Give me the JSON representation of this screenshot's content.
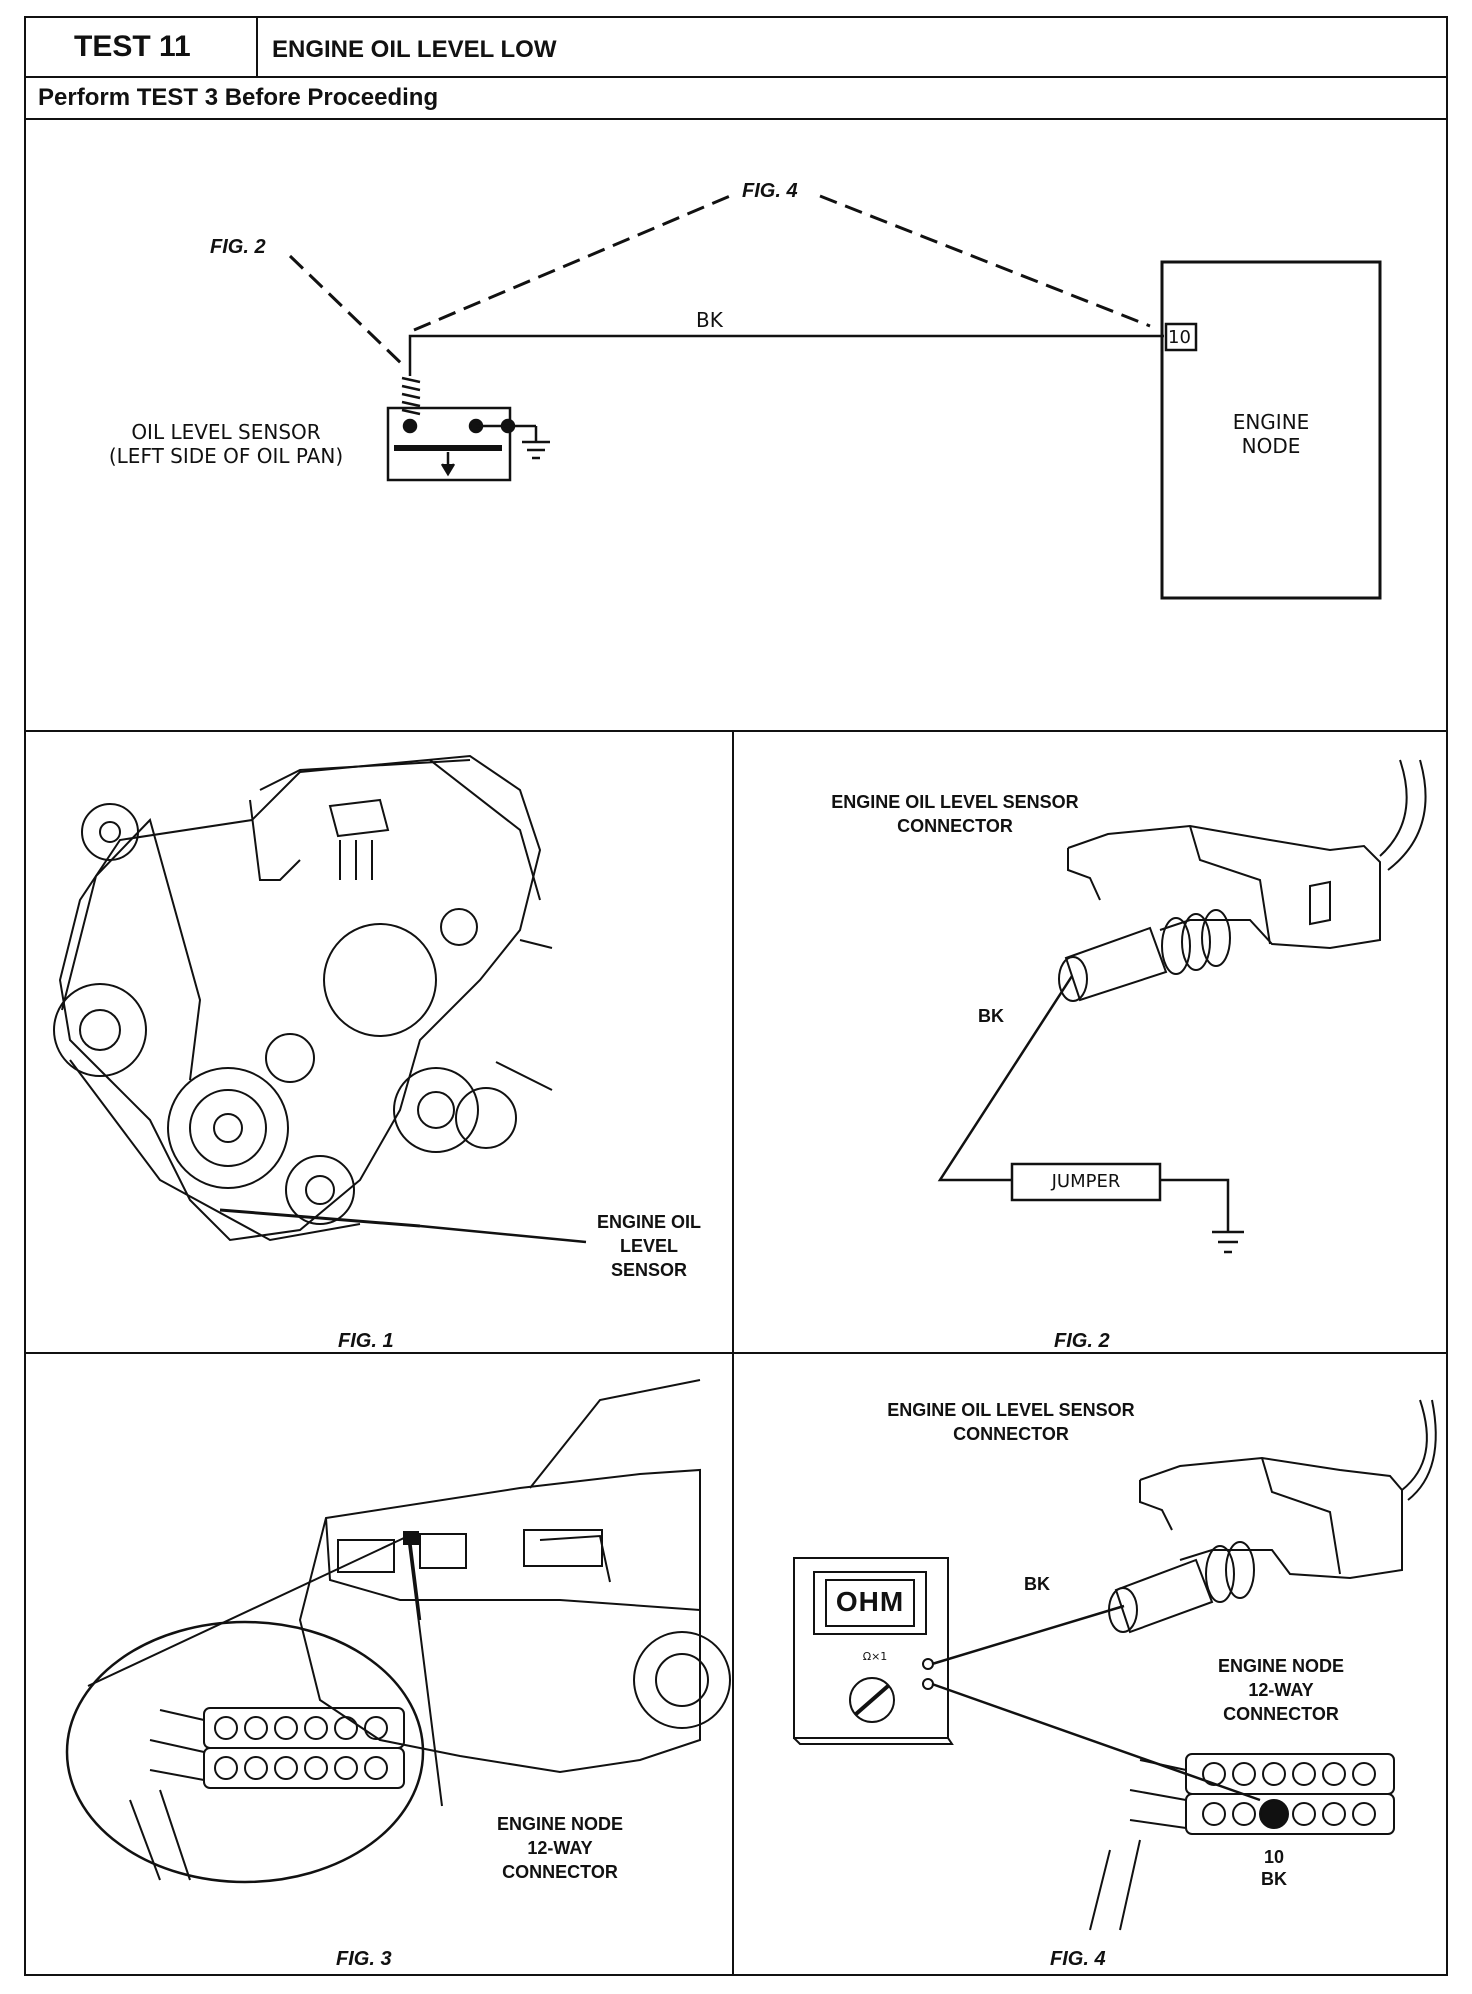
{
  "header": {
    "test_number": "TEST 11",
    "test_title": "ENGINE OIL LEVEL LOW",
    "prerequisite": "Perform TEST 3 Before Proceeding"
  },
  "schematic": {
    "fig4_ref": "FIG. 4",
    "fig2_ref": "FIG. 2",
    "wire_color": "BK",
    "pin_number": "10",
    "sensor_label_line1": "OIL LEVEL SENSOR",
    "sensor_label_line2": "(LEFT SIDE OF OIL PAN)",
    "node_label_line1": "ENGINE",
    "node_label_line2": "NODE"
  },
  "fig1": {
    "callout_line1": "ENGINE OIL",
    "callout_line2": "LEVEL",
    "callout_line3": "SENSOR",
    "caption": "FIG. 1"
  },
  "fig2": {
    "title_line1": "ENGINE OIL LEVEL SENSOR",
    "title_line2": "CONNECTOR",
    "wire_color": "BK",
    "jumper_label": "JUMPER",
    "caption": "FIG. 2"
  },
  "fig3": {
    "callout_line1": "ENGINE NODE",
    "callout_line2": "12-WAY",
    "callout_line3": "CONNECTOR",
    "caption": "FIG. 3"
  },
  "fig4": {
    "title_line1": "ENGINE OIL LEVEL SENSOR",
    "title_line2": "CONNECTOR",
    "meter_display": "OHM",
    "meter_range": "Ω×1",
    "wire_color": "BK",
    "node_line1": "ENGINE NODE",
    "node_line2": "12-WAY",
    "node_line3": "CONNECTOR",
    "pin_number": "10",
    "pin_color": "BK",
    "caption": "FIG. 4"
  }
}
